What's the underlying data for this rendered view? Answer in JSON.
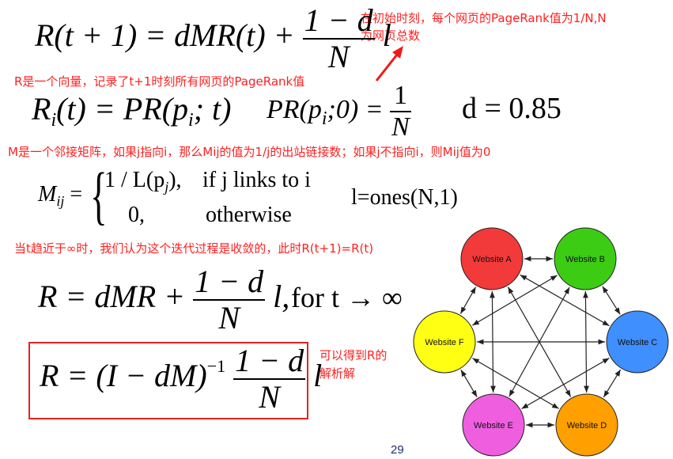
{
  "notes": {
    "initial_value_note_line1": "在初始时刻，每个网页的PageRank值为1/N,N",
    "initial_value_note_line2": "为网页总数",
    "r_vector_note": "R是一个向量，记录了t+1时刻所有网页的PageRank值",
    "m_matrix_note": "M是一个邻接矩阵，如果j指向i，那么Mij的值为1/j的出站链接数；如果j不指向i，则Mij值为0",
    "convergence_note": "当t趋近于∞时，我们认为这个迭代过程是收敛的，此时R(t+1)=R(t)",
    "analytic_note_line1": "可以得到R的",
    "analytic_note_line2": "解析解"
  },
  "formulas": {
    "update_rule": {
      "lhs": "R(t + 1) = dMR(t) +",
      "frac_num": "1 − d",
      "frac_den": "N",
      "tail": "l"
    },
    "component": {
      "r": "R",
      "r_sub": "i",
      "r_mid": "(t) = PR(p",
      "r_sub2": "i",
      "r_tail": "; t)"
    },
    "initial": {
      "lhs": "PR(p",
      "lhs_sub": "i",
      "lhs_tail": ";0) =",
      "frac_num": "1",
      "frac_den": "N"
    },
    "damping": "d = 0.85",
    "matrix_def": {
      "m": "M",
      "m_sub": "ij",
      "eq": "=",
      "case1_value": "1 / L(p",
      "case1_sub": "j",
      "case1_close": "),",
      "case1_cond": "if j  links to i",
      "case2_value": "0,",
      "case2_cond": "otherwise"
    },
    "ones_def": "l=ones(N,1)",
    "limit": {
      "lhs": "R = dMR +",
      "frac_num": "1 − d",
      "frac_den": "N",
      "tail": "l,",
      "cond": "for t → ∞"
    },
    "solution": {
      "lhs": "R = (I − dM)",
      "exp": "−1",
      "frac_num": "1 − d",
      "frac_den": "N",
      "tail": "l"
    }
  },
  "graph": {
    "nodes": [
      {
        "id": "A",
        "label": "Website A",
        "color": "#f23a3a"
      },
      {
        "id": "B",
        "label": "Website B",
        "color": "#3dcc14"
      },
      {
        "id": "C",
        "label": "Website C",
        "color": "#3f8fff"
      },
      {
        "id": "D",
        "label": "Website D",
        "color": "#ffa000"
      },
      {
        "id": "E",
        "label": "Website E",
        "color": "#f05ee0"
      },
      {
        "id": "F",
        "label": "Website F",
        "color": "#ffff14"
      }
    ]
  },
  "page_number": "29",
  "colors": {
    "note": "#ff1f1f",
    "box": "#e6231e",
    "arrow": "#f01818"
  }
}
